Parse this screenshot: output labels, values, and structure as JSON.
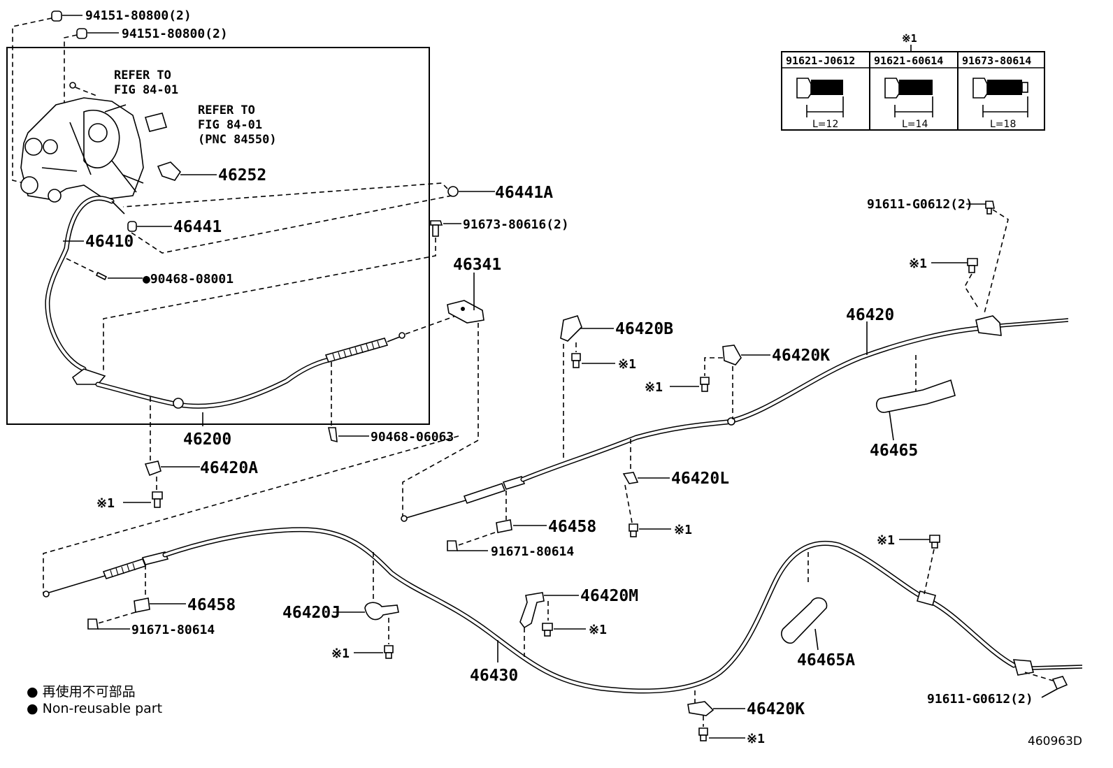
{
  "illustration_id": "460963D",
  "legend": {
    "jp": "● 再使用不可部品",
    "en": "● Non-reusable part"
  },
  "bolt_table": {
    "header_mark": "※1",
    "columns": [
      {
        "part_no": "91621-J0612",
        "length": "L=12"
      },
      {
        "part_no": "91621-60614",
        "length": "L=14"
      },
      {
        "part_no": "91673-80614",
        "length": "L=18"
      }
    ]
  },
  "refer_notes": {
    "note1": {
      "line1": "REFER TO",
      "line2": "FIG 84-01"
    },
    "note2": {
      "line1": "REFER TO",
      "line2": "FIG 84-01",
      "line3": "(PNC 84550)"
    }
  },
  "labels": {
    "p94151a": "94151-80800(2)",
    "p94151b": "94151-80800(2)",
    "p46252": "46252",
    "p46441A": "46441A",
    "p46441": "46441",
    "p91673_616": "91673-80616(2)",
    "p46410": "46410",
    "p90468_08001": "●90468-08001",
    "p46341": "46341",
    "p46200": "46200",
    "p90468_06063": "90468-06063",
    "p46420A": "46420A",
    "x1_a": "※1",
    "p46420B": "46420B",
    "x1_b": "※1",
    "p46420K_top": "46420K",
    "x1_c": "※1",
    "p46420": "46420",
    "p91611_top": "91611-G0612(2)",
    "x1_d": "※1",
    "p46465": "46465",
    "p46420L": "46420L",
    "x1_e": "※1",
    "p46458_r": "46458",
    "p91671_r": "91671-80614",
    "p46458_l": "46458",
    "p91671_l": "91671-80614",
    "p46420J": "46420J",
    "x1_f": "※1",
    "p46420M": "46420M",
    "x1_g": "※1",
    "p46430": "46430",
    "p46465A": "46465A",
    "x1_h": "※1",
    "p91611_bot": "91611-G0612(2)",
    "p46420K_bot": "46420K",
    "x1_i": "※1"
  }
}
